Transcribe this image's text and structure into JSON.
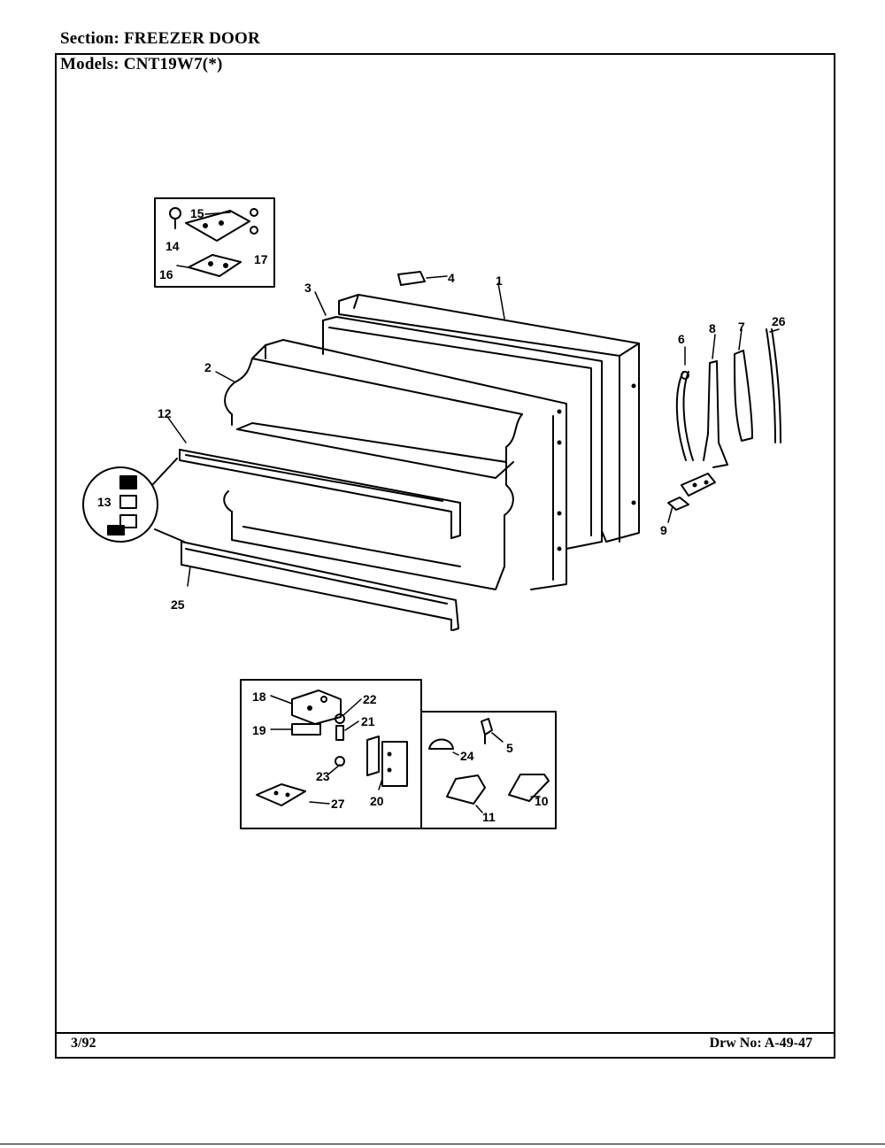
{
  "header": {
    "section_label": "Section:",
    "section_value": "FREEZER DOOR",
    "models_label": "Models:",
    "models_value": "CNT19W7(*)"
  },
  "footer": {
    "date_code": "3/92",
    "drawing_label": "Drw No:",
    "drawing_number": "A-49-47"
  },
  "callouts": {
    "p1": "1",
    "p2": "2",
    "p3": "3",
    "p4": "4",
    "p5": "5",
    "p6": "6",
    "p7": "7",
    "p8": "8",
    "p9": "9",
    "p10": "10",
    "p11": "11",
    "p12": "12",
    "p13": "13",
    "p14": "14",
    "p15": "15",
    "p16": "16",
    "p17": "17",
    "p18": "18",
    "p19": "19",
    "p20": "20",
    "p21": "21",
    "p22": "22",
    "p23": "23",
    "p24": "24",
    "p25": "25",
    "p26": "26",
    "p27": "27"
  }
}
